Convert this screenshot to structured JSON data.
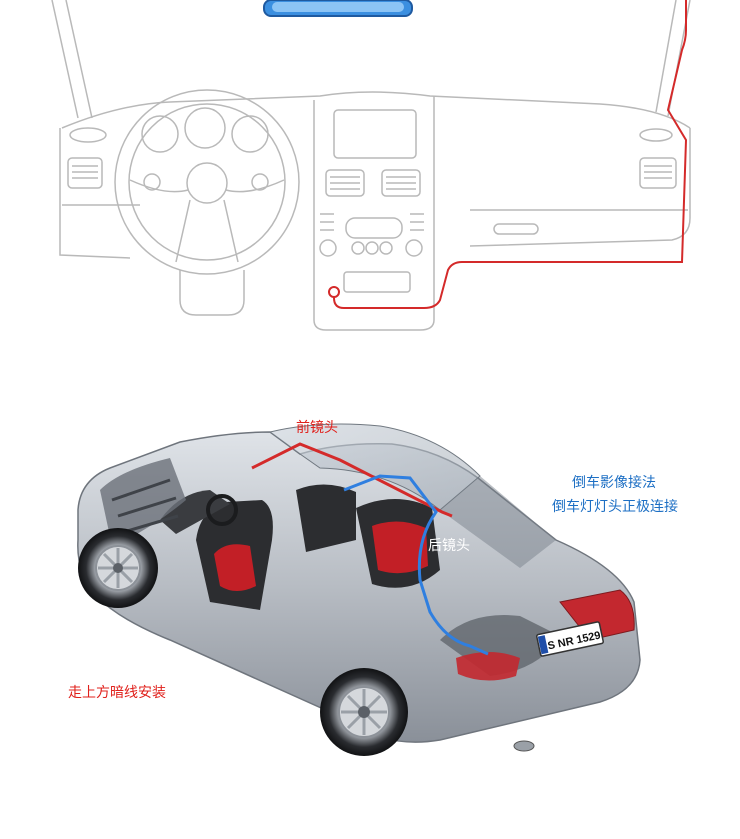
{
  "labels": {
    "front_camera": "前镜头",
    "rear_camera": "后镜头",
    "reverse_title": "倒车影像接法",
    "reverse_detail": "倒车灯灯头正极连接",
    "wiring_note": "走上方暗线安装"
  },
  "plate_text": "S NR 1529",
  "colors": {
    "front_wire": "#d42a2a",
    "rear_wire": "#2f7fe0",
    "label_red": "#e0201b",
    "label_blue": "#1d6fc4",
    "mirror_blue": "#3b8fe0"
  }
}
